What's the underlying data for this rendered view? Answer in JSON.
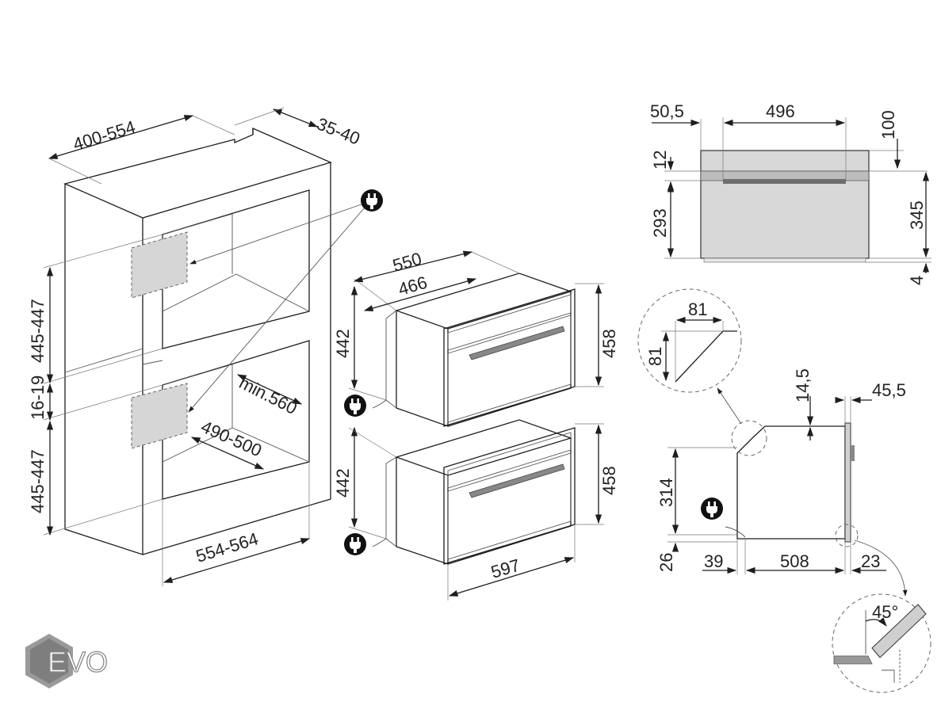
{
  "dimensions": {
    "cab_width": "400-554",
    "cab_top": "35-40",
    "cab_h_upper": "445-447",
    "cab_gap": "16-19",
    "cab_h_lower": "445-447",
    "cab_depth_min": "min.560",
    "cab_depth_range": "490-500",
    "cab_front_width": "554-564",
    "oven_depth_total": "550",
    "oven_depth_body": "466",
    "oven_h_body_upper": "442",
    "oven_h_front_upper": "458",
    "oven_h_body_lower": "442",
    "oven_h_front_lower": "458",
    "oven_front_width": "597",
    "front_offset": "50,5",
    "front_inner_width": "496",
    "front_top": "100",
    "front_strip": "12",
    "front_body_h": "293",
    "front_total_h": "345",
    "front_bottom": "4",
    "detail_chamfer_w": "81",
    "detail_chamfer_h": "81",
    "side_top_gap": "14,5",
    "side_front": "45,5",
    "side_height": "314",
    "side_bottom": "26",
    "side_rear": "39",
    "side_depth": "508",
    "side_front_depth": "23",
    "detail_angle": "45°"
  },
  "logo": {
    "text": "EVO"
  },
  "icons": [
    "plug-icon"
  ]
}
